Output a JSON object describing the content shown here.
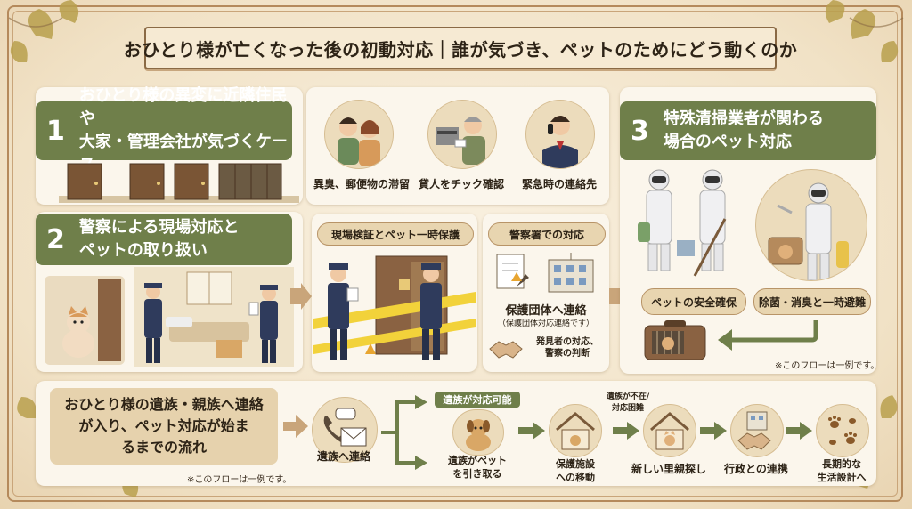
{
  "title": "おひとり様が亡くなった後の初動対応｜誰が気づき、ペットのためにどう動くのか",
  "section1": {
    "num": "1",
    "line1": "おひとり様の異変に近隣住民や",
    "line2": "大家・管理会社が気づくケース",
    "items": [
      "異臭、郵便物の滞留",
      "貸人をチック確認",
      "緊急時の連絡先"
    ]
  },
  "section2": {
    "num": "2",
    "line1": "警察による現場対応と",
    "line2": "ペットの取り扱い",
    "scene_label": "現場検証とペット一時保護",
    "station_label": "警察署での対応",
    "contact_label": "保護団体へ連絡",
    "contact_sub": "（保護団体対応連絡です）",
    "finder_line1": "発見者の対応、",
    "finder_line2": "警察の判断"
  },
  "section3": {
    "num": "3",
    "line1": "特殊清掃業者が関わる",
    "line2": "場合のペット対応",
    "safety_label": "ペットの安全確保",
    "clean_label": "除菌・消臭と一時避難",
    "note": "※このフローは一例です。"
  },
  "section4": {
    "line1": "おひとり様の遺族・親族へ連絡",
    "line2": "が入り、ペット対応が始ま",
    "line3": "るまでの流れ",
    "note": "※このフローは一例です。",
    "contact_label": "遺族へ連絡",
    "possible_label": "遺族が対応可能",
    "takeover_line1": "遺族がペット",
    "takeover_line2": "を引き取る",
    "shelter_line1": "保護施設",
    "shelter_line2": "への移動",
    "absent_line1": "遺族が不在/",
    "absent_line2": "対応困難",
    "foster_label": "新しい里親探し",
    "admin_label": "行政との連携",
    "plan_line1": "長期的な",
    "plan_line2": "生活設計へ"
  },
  "colors": {
    "accent_green": "#6f7f4a",
    "frame_brown": "#8a6a45",
    "arrow_tan": "#c9a57a",
    "police_navy": "#2f3b5c",
    "tape_yellow": "#f2d23a"
  }
}
